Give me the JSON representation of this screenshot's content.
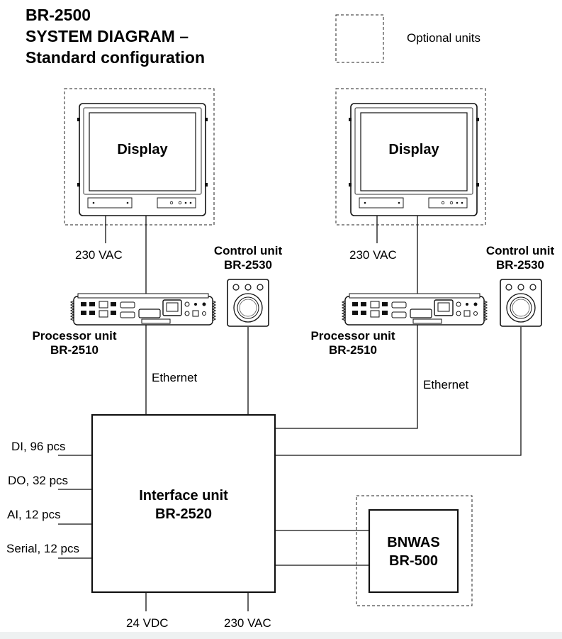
{
  "title": {
    "line1": "BR-2500",
    "line2": "SYSTEM DIAGRAM –",
    "line3": "Standard configuration"
  },
  "legend": {
    "label": "Optional units"
  },
  "left_group": {
    "display": "Display",
    "power": "230 VAC",
    "processor_name": "Processor unit",
    "processor_model": "BR-2510",
    "control_name": "Control unit",
    "control_model": "BR-2530",
    "link": "Ethernet"
  },
  "right_group": {
    "display": "Display",
    "power": "230 VAC",
    "processor_name": "Processor unit",
    "processor_model": "BR-2510",
    "control_name": "Control unit",
    "control_model": "BR-2530",
    "link": "Ethernet"
  },
  "interface_unit": {
    "name": "Interface unit",
    "model": "BR-2520"
  },
  "io": {
    "di": "DI, 96 pcs",
    "do": "DO, 32 pcs",
    "ai": "AI, 12 pcs",
    "serial": "Serial, 12 pcs"
  },
  "bottom_power": {
    "dc": "24 VDC",
    "ac": "230 VAC"
  },
  "bnwas": {
    "name": "BNWAS",
    "model": "BR-500"
  }
}
